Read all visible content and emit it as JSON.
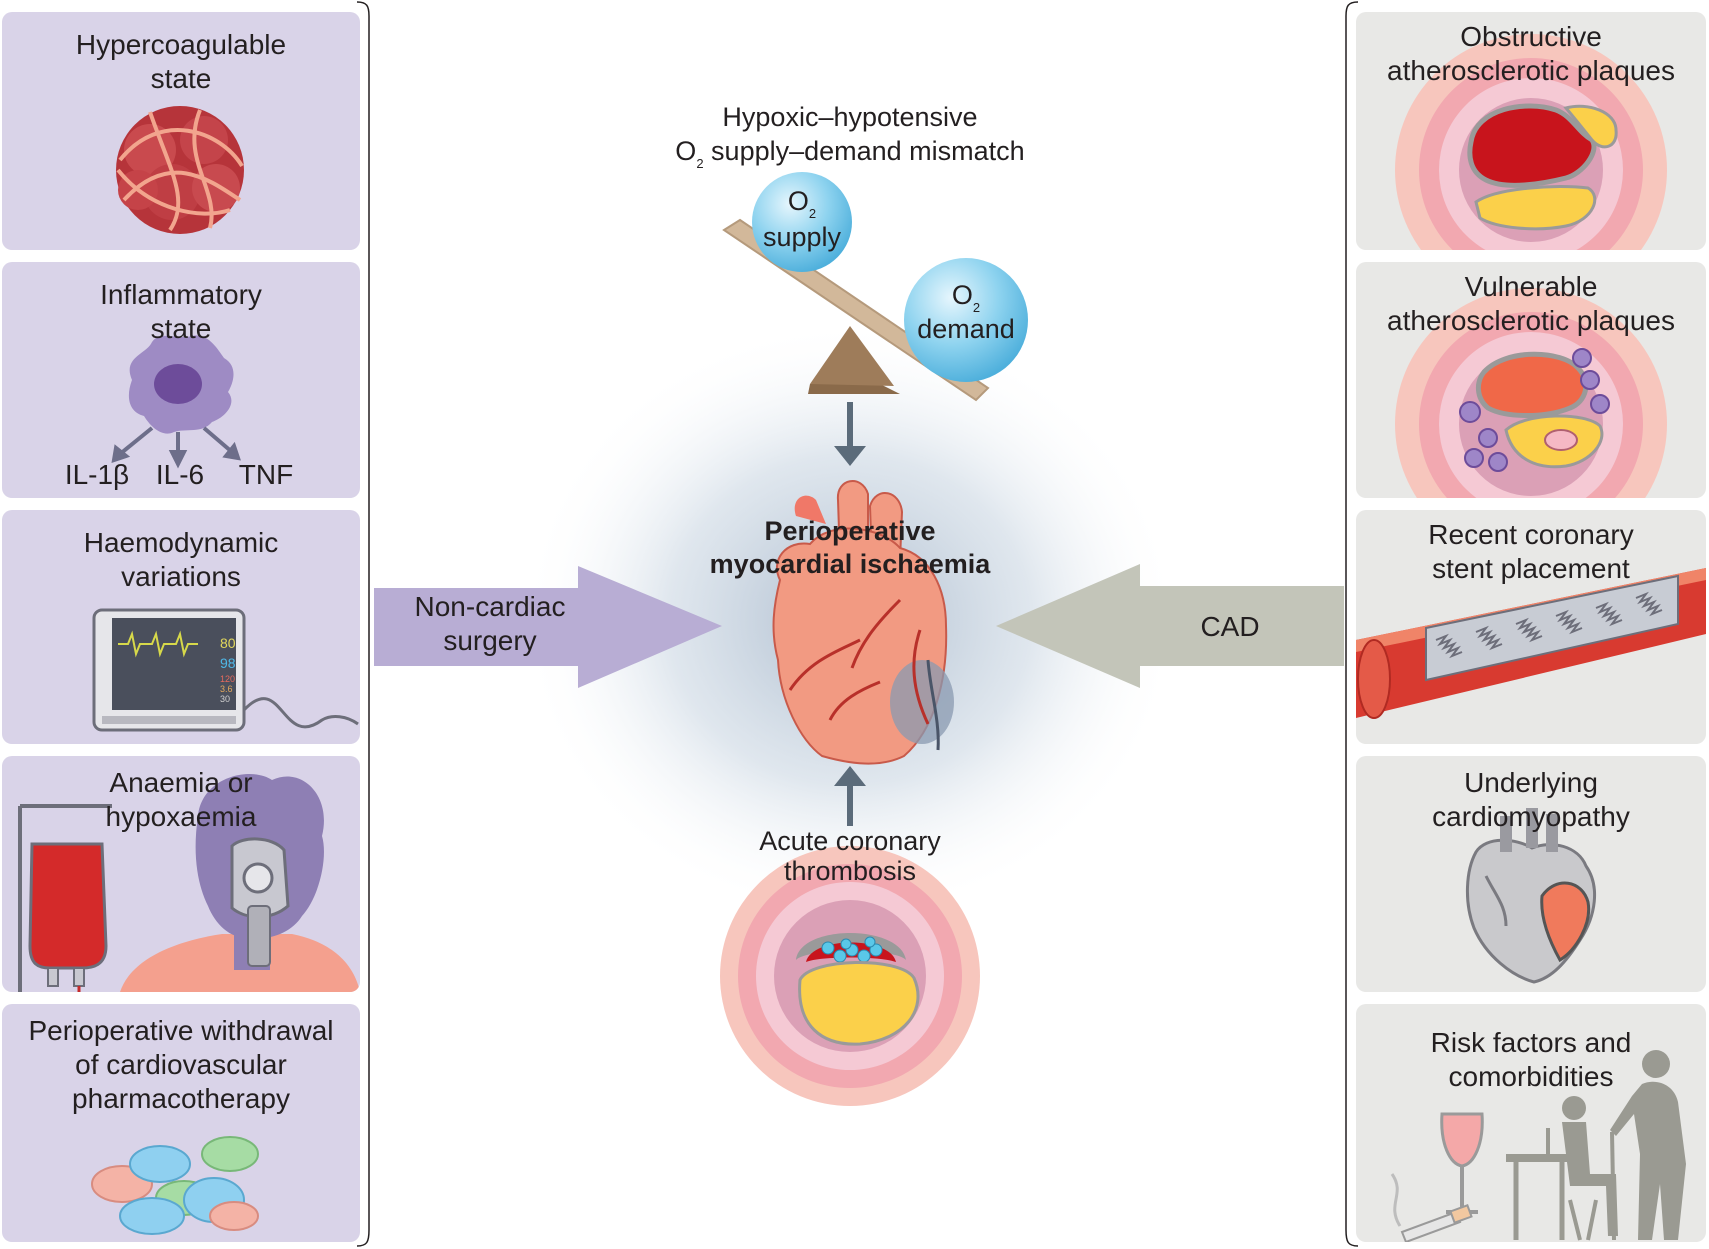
{
  "left_panels": [
    {
      "title": "Hypercoagulable\nstate",
      "icon": "blood-clot-icon"
    },
    {
      "title": "Inflammatory\nstate",
      "icon": "macrophage-icon",
      "cytokines": [
        "IL-1β",
        "IL-6",
        "TNF"
      ]
    },
    {
      "title": "Haemodynamic\nvariations",
      "icon": "patient-monitor-icon",
      "monitor_values": [
        "80",
        "98",
        "120",
        "3.6",
        "30"
      ]
    },
    {
      "title": "Anaemia or\nhypoxaemia",
      "icon": "blood-bag-oxygen-mask-icon"
    },
    {
      "title": "Perioperative withdrawal\nof cardiovascular\npharmacotherapy",
      "icon": "pills-icon"
    }
  ],
  "right_panels": [
    {
      "title": "Obstructive\natherosclerotic plaques",
      "icon": "obstructive-plaque-icon"
    },
    {
      "title": "Vulnerable\natherosclerotic plaques",
      "icon": "vulnerable-plaque-icon"
    },
    {
      "title": "Recent coronary\nstent placement",
      "icon": "stent-icon"
    },
    {
      "title": "Underlying\ncardiomyopathy",
      "icon": "cardiomyopathy-heart-icon"
    },
    {
      "title": "Risk factors and\ncomorbidities",
      "icon": "risk-factors-icon"
    }
  ],
  "arrows": {
    "left": "Non-cardiac\nsurgery",
    "right": "CAD"
  },
  "center": {
    "title": "Perioperative\nmyocardial ischaemia",
    "mismatch_line1": "Hypoxic–hypotensive",
    "mismatch_line2": "O",
    "mismatch_sub": "2",
    "mismatch_line2_rest": " supply–demand mismatch",
    "supply_o": "O",
    "supply_sub": "2",
    "supply_word": "supply",
    "demand_o": "O",
    "demand_sub": "2",
    "demand_word": "demand",
    "thrombosis": "Acute coronary\nthrombosis"
  },
  "colors": {
    "left_panel": "#d9d3e8",
    "right_panel": "#e8e8e6",
    "left_arrow": "#b8add4",
    "right_arrow": "#c3c5b9",
    "sphere": "#8ed3ef",
    "heart": "#f29a82"
  }
}
